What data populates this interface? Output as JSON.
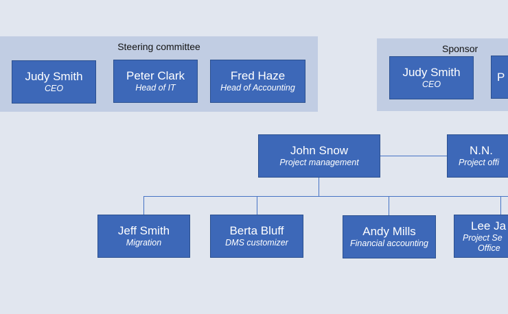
{
  "colors": {
    "background": "#e1e6ef",
    "panel": "#c1cde3",
    "box": "#3d68b8",
    "connector": "#4472c4"
  },
  "steering": {
    "title": "Steering committee",
    "members": [
      {
        "name": "Judy Smith",
        "role": "CEO"
      },
      {
        "name": "Peter Clark",
        "role": "Head of IT"
      },
      {
        "name": "Fred Haze",
        "role": "Head of Accounting"
      }
    ]
  },
  "sponsor": {
    "title": "Sponsor",
    "members": [
      {
        "name": "Judy Smith",
        "role": "CEO"
      },
      {
        "name": "P",
        "role": ""
      }
    ]
  },
  "management": [
    {
      "name": "John Snow",
      "role": "Project management"
    },
    {
      "name": "N.N.",
      "role": "Project offi"
    }
  ],
  "team": [
    {
      "name": "Jeff Smith",
      "role": "Migration"
    },
    {
      "name": "Berta Bluff",
      "role": "DMS customizer"
    },
    {
      "name": "Andy Mills",
      "role": "Financial accounting"
    },
    {
      "name": "Lee Ja",
      "role": "Project Se",
      "role2": "Office"
    }
  ]
}
